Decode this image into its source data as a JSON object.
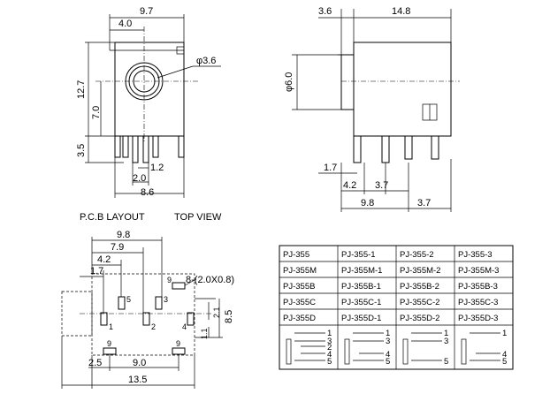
{
  "front_view": {
    "width": "9.7",
    "offset": "4.0",
    "hole_dia": "φ3.6",
    "height": "12.7",
    "hole_height": "7.0",
    "pin_length": "3.5",
    "pin_spacing_a": "1.2",
    "pin_spacing_b": "2.0",
    "pin_span": "8.6"
  },
  "side_view": {
    "nose": "3.6",
    "body_length": "14.8",
    "nose_dia": "φ6.0",
    "dim_17": "1.7",
    "dim_42": "4.2",
    "dim_37a": "3.7",
    "dim_98": "9.8",
    "dim_37b": "3.7"
  },
  "labels": {
    "pcb_layout": "P.C.B LAYOUT",
    "top_view": "TOP VIEW"
  },
  "pcb": {
    "dim_98": "9.8",
    "dim_79": "7.9",
    "dim_42": "4.2",
    "dim_17": "1.7",
    "hole_spec": "8-(2.0X0.8)",
    "dim_90": "9.0",
    "dim_25": "2.5",
    "dim_135": "13.5",
    "dim_85": "8.5",
    "dim_21": "2.1",
    "dim_11": "1.1",
    "pad_labels": [
      "9",
      "5",
      "3",
      "1",
      "2",
      "4",
      "9",
      "9"
    ]
  },
  "table": {
    "rows": [
      [
        "PJ-355",
        "PJ-355-1",
        "PJ-355-2",
        "PJ-355-3"
      ],
      [
        "PJ-355M",
        "PJ-355M-1",
        "PJ-355M-2",
        "PJ-355M-3"
      ],
      [
        "PJ-355B",
        "PJ-355B-1",
        "PJ-355B-2",
        "PJ-355B-3"
      ],
      [
        "PJ-355C",
        "PJ-355C-1",
        "PJ-355C-2",
        "PJ-355C-3"
      ],
      [
        "PJ-355D",
        "PJ-355D-1",
        "PJ-355D-2",
        "PJ-355D-3"
      ]
    ],
    "schematic_pins": [
      [
        "1",
        "3",
        "2",
        "4",
        "5"
      ],
      [
        "1",
        "3",
        "4",
        "5"
      ],
      [
        "1",
        "3",
        "5"
      ],
      [
        "1",
        "4",
        "5"
      ]
    ]
  }
}
